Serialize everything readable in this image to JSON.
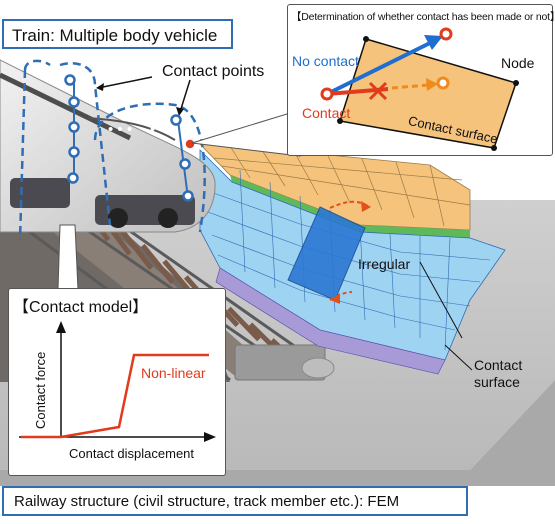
{
  "title": "Train: Multiple body vehicle",
  "contact_points_label": "Contact points",
  "determination": {
    "heading": "【Determination of whether contact has been made or not】",
    "no_contact": "No contact",
    "contact": "Contact",
    "node": "Node",
    "surface": "Contact surface"
  },
  "irregular_label": "Irregular",
  "contact_surface_label": [
    "Contact",
    "surface"
  ],
  "contact_model": {
    "heading": "【Contact model】",
    "y_label": "Contact force",
    "x_label": "Contact displacement",
    "curve_label": "Non-linear"
  },
  "footer": "Railway structure (civil structure, track member etc.): FEM",
  "colors": {
    "frame_blue": "#2f6db5",
    "contact_red": "#e23a1c",
    "contact_orange": "#f08a1a",
    "surface_orange": "#f5c37c",
    "mesh_blue": "#9fd3f2",
    "mesh_purple": "#a79ad6",
    "irregular_blue": "#2b78d4"
  }
}
